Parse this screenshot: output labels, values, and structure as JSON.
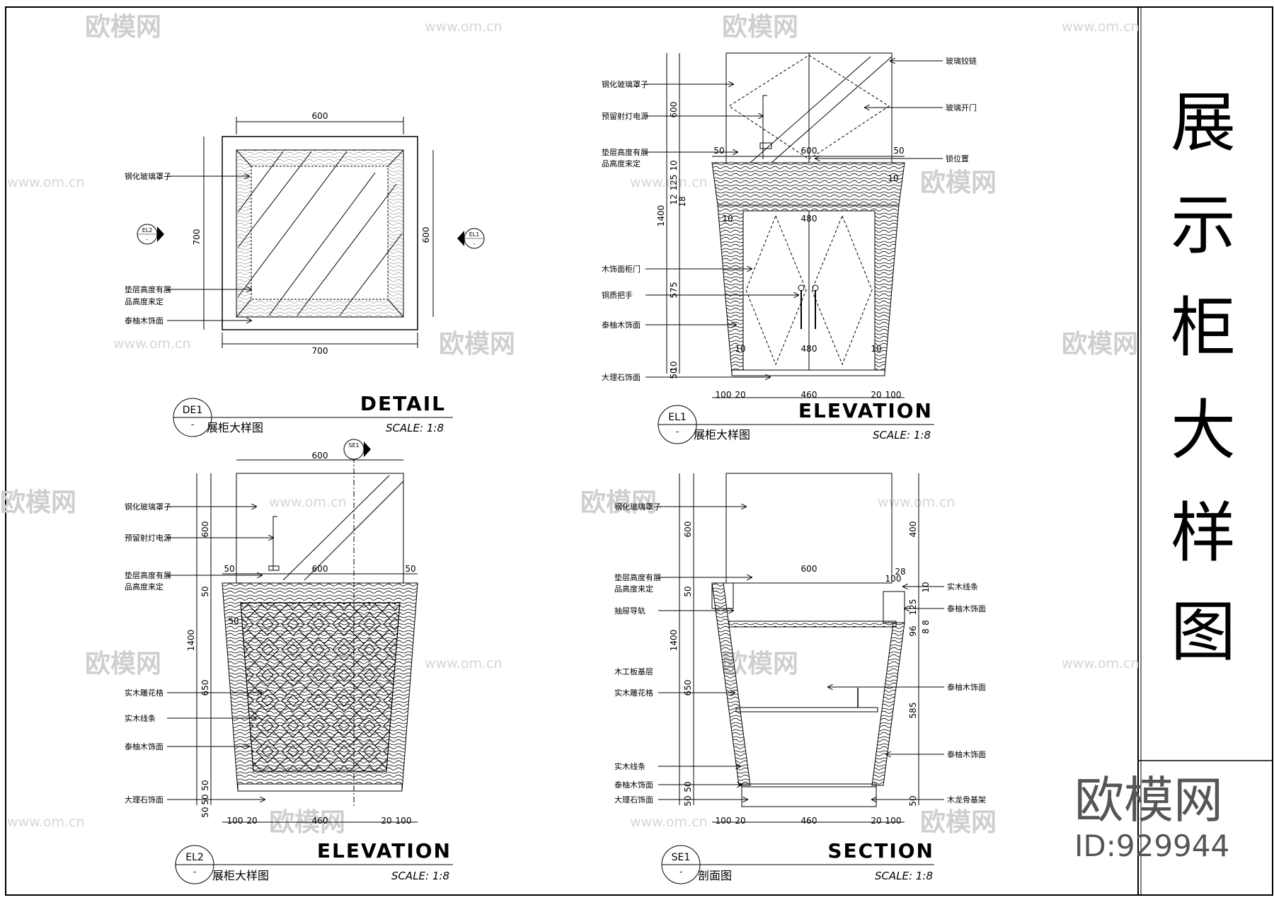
{
  "title_block": {
    "title_chars": [
      "展",
      "示",
      "柜",
      "大",
      "样",
      "图"
    ],
    "brand": "欧模网",
    "id_text": "ID:929944"
  },
  "watermark": {
    "brand": "欧模网",
    "url": "www.om.cn"
  },
  "panels": {
    "de1": {
      "tag": "DE1",
      "tag_sub": "-",
      "heading": "DETAIL",
      "subtitle": "展柜大样图",
      "scale": "SCALE: 1:8",
      "dims": {
        "top": "600",
        "bottom": "700",
        "left": "700",
        "right": "600"
      },
      "refs": {
        "left_tag": "EL2",
        "right_tag": "EL1",
        "sub": "-"
      },
      "labels": [
        "钢化玻璃罩子",
        "垫层高度有展",
        "品高度来定",
        "泰柚木饰面"
      ]
    },
    "el1": {
      "tag": "EL1",
      "tag_sub": "-",
      "heading": "ELEVATION",
      "subtitle": "展柜大样图",
      "scale": "SCALE: 1:8",
      "left_labels": [
        "钢化玻璃罩子",
        "预留射灯电源",
        "垫层高度有展",
        "品高度来定",
        "木饰面柜门",
        "铜质把手",
        "泰柚木饰面",
        "大理石饰面"
      ],
      "right_labels": [
        "玻璃铰链",
        "玻璃开门",
        "锁位置"
      ],
      "dims": {
        "h600": "600",
        "h10": "10",
        "h125": "125",
        "h12": "12",
        "h18": "18",
        "h1400": "1400",
        "h575": "575",
        "h50a": "50",
        "h10b": "10",
        "top50a": "50",
        "top600": "600",
        "top50b": "50",
        "in10a": "10",
        "in480a": "480",
        "in10b": "10",
        "in10c": "10",
        "in480b": "480",
        "in10d": "10",
        "b100a": "100",
        "b20a": "20",
        "b460": "460",
        "b20b": "20",
        "b100b": "100"
      }
    },
    "el2": {
      "tag": "EL2",
      "tag_sub": "-",
      "heading": "ELEVATION",
      "subtitle": "展柜大样图",
      "scale": "SCALE: 1:8",
      "section_tag": "SE1",
      "labels": [
        "钢化玻璃罩子",
        "预留射灯电源",
        "垫层高度有展",
        "品高度来定",
        "实木雕花格",
        "实木线条",
        "泰柚木饰面",
        "大理石饰面"
      ],
      "dims": {
        "top600": "600",
        "top50a": "50",
        "mid600": "600",
        "top50b": "50",
        "h600": "600",
        "h50": "50",
        "h1400": "1400",
        "h650": "650",
        "h50b": "50",
        "h50c": "50",
        "h50d": "50",
        "in50": "50",
        "b100a": "100",
        "b20a": "20",
        "b460": "460",
        "b20b": "20",
        "b100b": "100"
      }
    },
    "se1": {
      "tag": "SE1",
      "tag_sub": "-",
      "heading": "SECTION",
      "subtitle": "剖面图",
      "scale": "SCALE: 1:8",
      "left_labels": [
        "钢化玻璃罩子",
        "垫层高度有展",
        "品高度来定",
        "抽屉导轨",
        "木工板基层",
        "实木雕花格",
        "实木线条",
        "泰柚木饰面",
        "大理石饰面"
      ],
      "right_labels": [
        "实木线条",
        "泰柚木饰面",
        "泰柚木饰面",
        "泰柚木饰面",
        "木龙骨基架"
      ],
      "dims": {
        "h600": "600",
        "h50": "50",
        "h1400": "1400",
        "h650": "650",
        "h50b": "50",
        "h50c": "50",
        "r400": "400",
        "r28": "28",
        "r10": "10",
        "r125": "125",
        "r8": "8",
        "r8b": "8",
        "r96": "96",
        "r585": "585",
        "r50": "50",
        "top600": "600",
        "top100": "100",
        "b100a": "100",
        "b20a": "20",
        "b460": "460",
        "b20b": "20",
        "b100b": "100"
      }
    }
  }
}
